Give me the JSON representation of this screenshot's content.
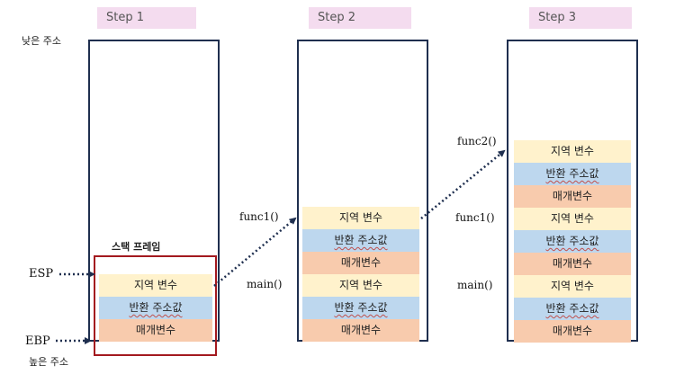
{
  "steps": [
    {
      "title": "Step 1",
      "frames": [
        {
          "cells": [
            {
              "label": "지역 변수",
              "kind": "local"
            },
            {
              "label": "반환 주소값",
              "kind": "ret"
            },
            {
              "label": "매개변수",
              "kind": "param"
            }
          ]
        }
      ]
    },
    {
      "title": "Step 2",
      "func_labels": [
        "func1()",
        "main()"
      ],
      "frames": [
        {
          "cells": [
            {
              "label": "지역 변수",
              "kind": "local"
            },
            {
              "label": "반환 주소값",
              "kind": "ret"
            },
            {
              "label": "매개변수",
              "kind": "param"
            }
          ]
        },
        {
          "cells": [
            {
              "label": "지역 변수",
              "kind": "local"
            },
            {
              "label": "반환 주소값",
              "kind": "ret"
            },
            {
              "label": "매개변수",
              "kind": "param"
            }
          ]
        }
      ]
    },
    {
      "title": "Step 3",
      "func_labels": [
        "func2()",
        "func1()",
        "main()"
      ],
      "frames": [
        {
          "cells": [
            {
              "label": "지역 변수",
              "kind": "local"
            },
            {
              "label": "반환 주소값",
              "kind": "ret"
            },
            {
              "label": "매개변수",
              "kind": "param"
            }
          ]
        },
        {
          "cells": [
            {
              "label": "지역 변수",
              "kind": "local"
            },
            {
              "label": "반환 주소값",
              "kind": "ret"
            },
            {
              "label": "매개변수",
              "kind": "param"
            }
          ]
        },
        {
          "cells": [
            {
              "label": "지역 변수",
              "kind": "local"
            },
            {
              "label": "반환 주소값",
              "kind": "ret"
            },
            {
              "label": "매개변수",
              "kind": "param"
            }
          ]
        }
      ]
    }
  ],
  "low_address_label": "낮은 주소",
  "high_address_label": "높은 주소",
  "stack_frame_label": "스택 프레임",
  "esp_label": "ESP",
  "ebp_label": "EBP",
  "colors": {
    "local": "#fff2cc",
    "ret": "#bdd7ee",
    "param": "#f8cbad",
    "header": "#f4dcef",
    "stack_border": "#1f2f4f",
    "frame_border": "#a3191f",
    "arrow": "#1f2f4f"
  }
}
